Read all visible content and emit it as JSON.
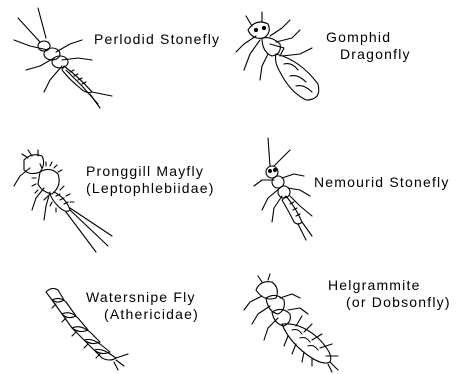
{
  "specimens": [
    {
      "id": "perlodid",
      "name": "Perlodid Stonefly",
      "line2": ""
    },
    {
      "id": "gomphid",
      "name": "Gomphid",
      "line2": "Dragonfly"
    },
    {
      "id": "pronggill",
      "name": "Pronggill Mayfly",
      "line2": "(Leptophlebiidae)"
    },
    {
      "id": "nemourid",
      "name": "Nemourid Stonefly",
      "line2": ""
    },
    {
      "id": "watersnipe",
      "name": "Watersnipe Fly",
      "line2": "(Athericidae)"
    },
    {
      "id": "helgrammite",
      "name": "Helgrammite",
      "line2": "(or Dobsonfly)"
    }
  ],
  "colors": {
    "ink": "#000000",
    "background": "#ffffff"
  }
}
